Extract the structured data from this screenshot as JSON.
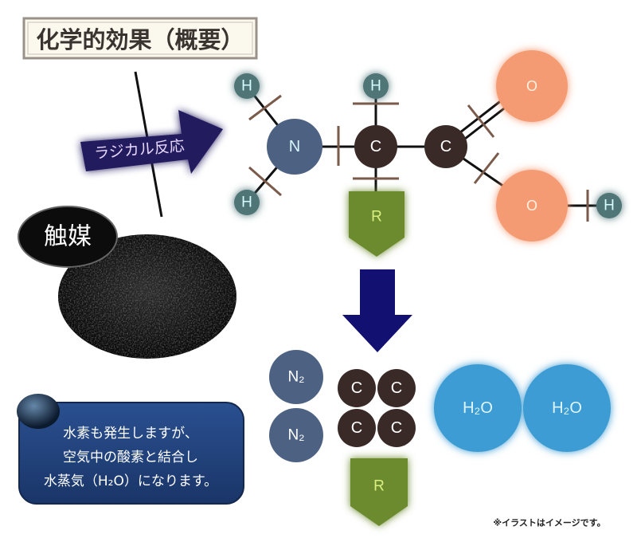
{
  "title": "化学的効果（概要）",
  "arrow_label": "ラジカル反応",
  "catalyst_label": "触媒",
  "molecule": {
    "h_left_top": "H",
    "n": "N",
    "h_left_bottom": "H",
    "h_top": "H",
    "c_alpha": "C",
    "c_carboxyl": "C",
    "o_double": "O",
    "o_single": "O",
    "h_right": "H",
    "r_group": "R"
  },
  "products": {
    "n2_1": "N₂",
    "n2_2": "N₂",
    "c1": "C",
    "c2": "C",
    "c3": "C",
    "c4": "C",
    "h2o_1": "H₂O",
    "h2o_2": "H₂O",
    "r_group": "R"
  },
  "info_box": {
    "line1": "水素も発生しますが、",
    "line2": "空気中の酸素と結合し",
    "line3": "水蒸気（H₂O）になります。"
  },
  "note": "※イラストはイメージです。",
  "colors": {
    "arrow": "#231a5e",
    "big_arrow": "#121070",
    "h_atom": "#4f7477",
    "n_atom": "#4d6283",
    "c_atom": "#3a2a27",
    "o_atom": "#f59b73",
    "r_group": "#6c8a2e",
    "h2o": "#3c9cd4",
    "info_box": "#1f3f78",
    "bond_cut": "#7a5a4a"
  }
}
